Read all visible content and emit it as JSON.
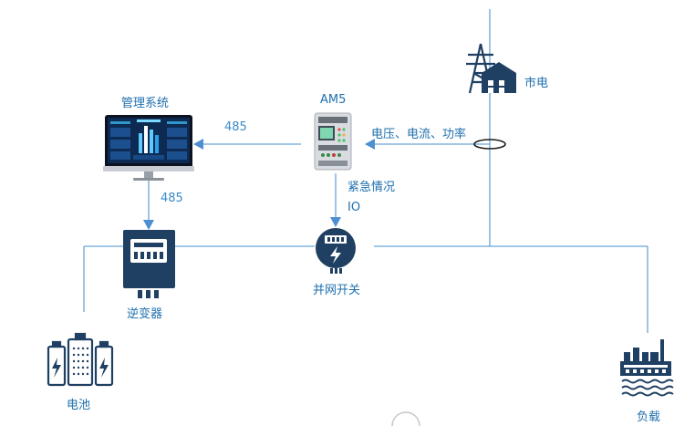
{
  "labels": {
    "utility": "市电",
    "management": "管理系统",
    "am5": "AM5",
    "comm_485_top": "485",
    "comm_485_side": "485",
    "voltage_current_power": "电压、电流、功率",
    "emergency": "紧急情况",
    "io": "IO",
    "grid_switch": "并网开关",
    "inverter": "逆变器",
    "battery": "电池",
    "load": "负载"
  },
  "colors": {
    "line": "#5b9bd5",
    "icon_dark": "#1f3f63",
    "label": "#1e6fae"
  }
}
